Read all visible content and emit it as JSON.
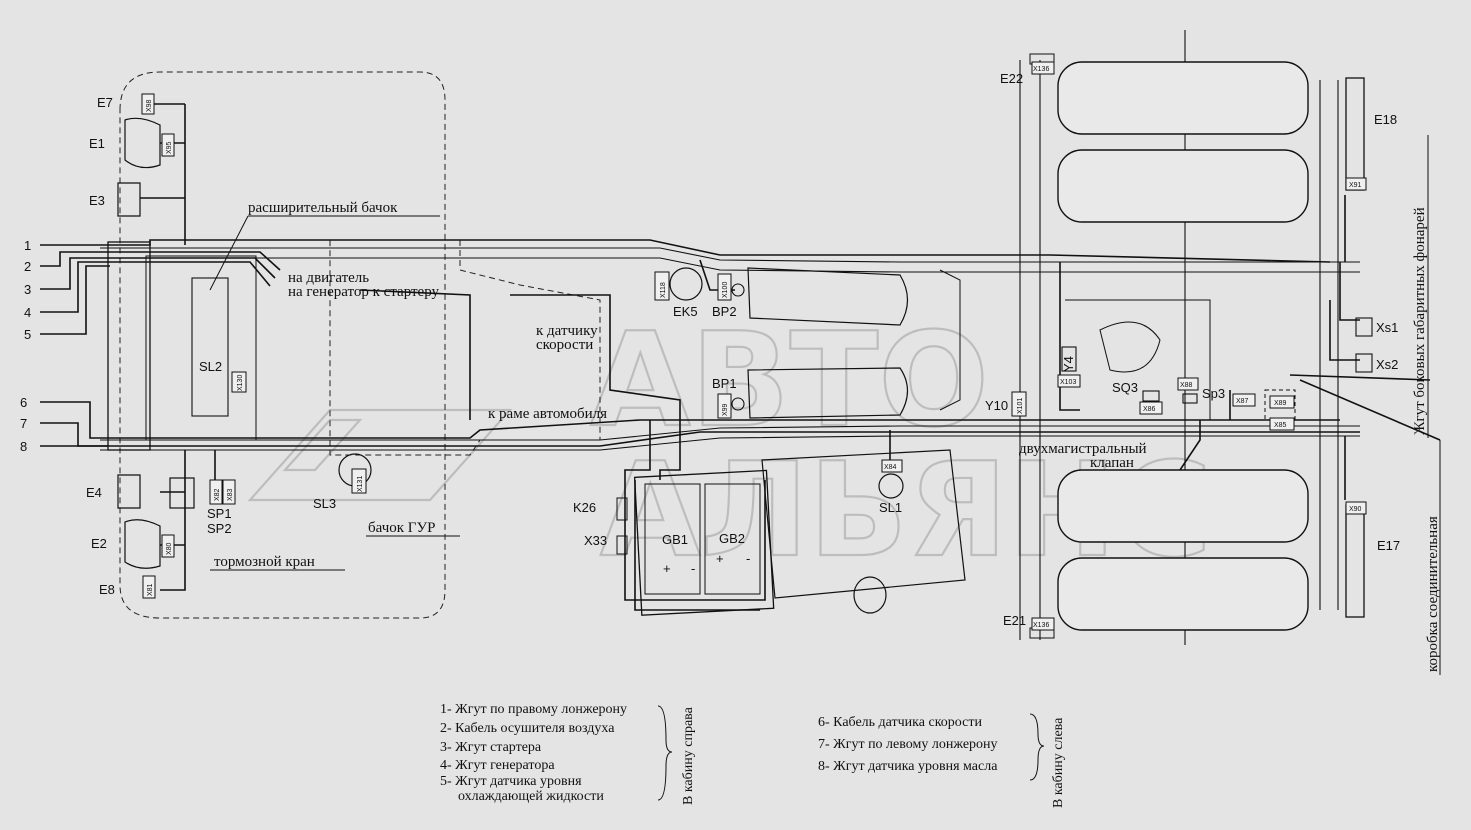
{
  "watermark": {
    "line1": "АВТО",
    "line2": "АЛЬЯНС"
  },
  "wire_numbers": [
    "1",
    "2",
    "3",
    "4",
    "5",
    "6",
    "7",
    "8"
  ],
  "components": {
    "E7": "E7",
    "E1": "E1",
    "E3": "E3",
    "E4": "E4",
    "E2": "E2",
    "E8": "E8",
    "SL2": "SL2",
    "SL3": "SL3",
    "SL1": "SL1",
    "SP1": "SP1",
    "SP2": "SP2",
    "EK5": "EK5",
    "BP2": "BP2",
    "BP1": "BP1",
    "K26": "K26",
    "X33": "X33",
    "GB1": "GB1",
    "GB2": "GB2",
    "Y4": "Y4",
    "Y10": "Y10",
    "SQ3": "SQ3",
    "Sp3": "Sp3",
    "E22": "E22",
    "E21": "E21",
    "E18": "E18",
    "E17": "E17",
    "Xs1": "Xs1",
    "Xs2": "Xs2"
  },
  "connectors": {
    "X98": "X98",
    "X95": "X95",
    "X130": "X130",
    "X82": "X82",
    "X83": "X83",
    "X131": "X131",
    "X80": "X80",
    "X81": "X81",
    "X118": "X118",
    "X100": "X100",
    "X99": "X99",
    "X84": "X84",
    "X101": "X101",
    "X103": "X103",
    "X88": "X88",
    "X86": "X86",
    "X87": "X87",
    "X89": "X89",
    "X85": "X85",
    "X136a": "X136",
    "X136b": "X136",
    "X91": "X91",
    "X90": "X90"
  },
  "annotations": {
    "expansion_tank": "расширительный бачок",
    "to_engine": "на двигатель",
    "to_generator": "на генератор к стартеру",
    "to_speed_sensor_1": "к датчику",
    "to_speed_sensor_2": "скорости",
    "to_frame": "к раме автомобиля",
    "gur_tank": "бачок ГУР",
    "brake_valve": "тормозной кран",
    "dual_valve_1": "двухмагистральный",
    "dual_valve_2": "клапан",
    "side_harness": "Жгут боковых габаритных фонарей",
    "junction_box": "коробка соединительная"
  },
  "legend": {
    "left": [
      "1- Жгут по правому лонжерону",
      "2- Кабель осушителя воздуха",
      "3- Жгут стартера",
      "4- Жгут генератора",
      "5- Жгут датчика уровня",
      "охлаждающей жидкости"
    ],
    "left_group": "В кабину справа",
    "right": [
      "6- Кабель датчика скорости",
      "7- Жгут по левому лонжерону",
      "8- Жгут датчика уровня масла"
    ],
    "right_group": "В кабину слева"
  }
}
